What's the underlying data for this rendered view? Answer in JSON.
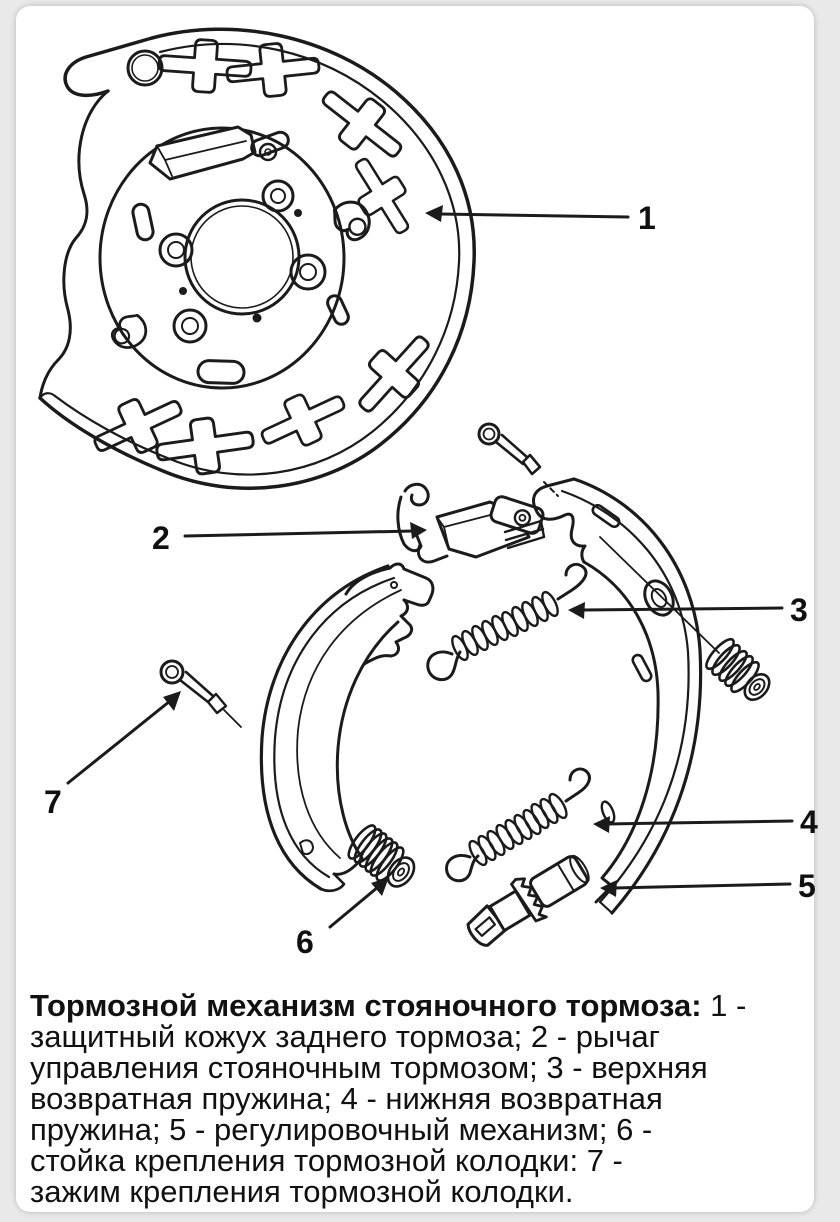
{
  "figure": {
    "type": "exploded-parts-diagram",
    "subject": "Тормозной механизм стояночного тормоза"
  },
  "parts": [
    {
      "number": "1",
      "name": "защитный кожух заднего тормоза"
    },
    {
      "number": "2",
      "name": "рычаг управления стояночным тормозом"
    },
    {
      "number": "3",
      "name": "верхняя возвратная пружина"
    },
    {
      "number": "4",
      "name": "нижняя возвратная пружина"
    },
    {
      "number": "5",
      "name": "регулировочный механизм"
    },
    {
      "number": "6",
      "name": "стойка крепления тормозной колодки"
    },
    {
      "number": "7",
      "name": "зажим крепления тормозной колодки"
    }
  ],
  "caption": {
    "line1_bold": "Тормозной механизм стояночного тормоза:",
    "line1_rest": " 1 -",
    "lines": [
      "защитный кожух заднего тормоза; 2 - рычаг",
      "управления стояночным тормозом; 3 - верхняя",
      "возвратная пружина; 4 - нижняя возвратная",
      "пружина; 5 - регулировочный механизм; 6 -",
      "стойка крепления тормозной колодки: 7 -",
      "зажим крепления тормозной колодки."
    ]
  },
  "colors": {
    "background": "#e9e9e9",
    "card": "#ffffff",
    "line": "#1b1b1b",
    "text": "#111111"
  }
}
